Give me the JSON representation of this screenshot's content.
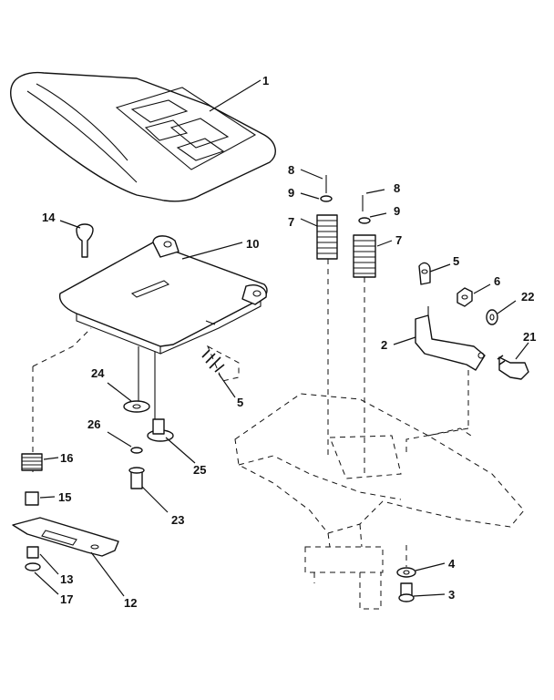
{
  "callouts": [
    {
      "id": "c1",
      "text": "1"
    },
    {
      "id": "c2",
      "text": "2"
    },
    {
      "id": "c3",
      "text": "3"
    },
    {
      "id": "c4",
      "text": "4"
    },
    {
      "id": "c5a",
      "text": "5"
    },
    {
      "id": "c5b",
      "text": "5"
    },
    {
      "id": "c6",
      "text": "6"
    },
    {
      "id": "c7a",
      "text": "7"
    },
    {
      "id": "c7b",
      "text": "7"
    },
    {
      "id": "c8a",
      "text": "8"
    },
    {
      "id": "c8b",
      "text": "8"
    },
    {
      "id": "c9a",
      "text": "9"
    },
    {
      "id": "c9b",
      "text": "9"
    },
    {
      "id": "c10",
      "text": "10"
    },
    {
      "id": "c12",
      "text": "12"
    },
    {
      "id": "c13",
      "text": "13"
    },
    {
      "id": "c14",
      "text": "14"
    },
    {
      "id": "c15",
      "text": "15"
    },
    {
      "id": "c16",
      "text": "16"
    },
    {
      "id": "c17",
      "text": "17"
    },
    {
      "id": "c21",
      "text": "21"
    },
    {
      "id": "c22",
      "text": "22"
    },
    {
      "id": "c23",
      "text": "23"
    },
    {
      "id": "c24",
      "text": "24"
    },
    {
      "id": "c25",
      "text": "25"
    },
    {
      "id": "c26",
      "text": "26"
    }
  ]
}
